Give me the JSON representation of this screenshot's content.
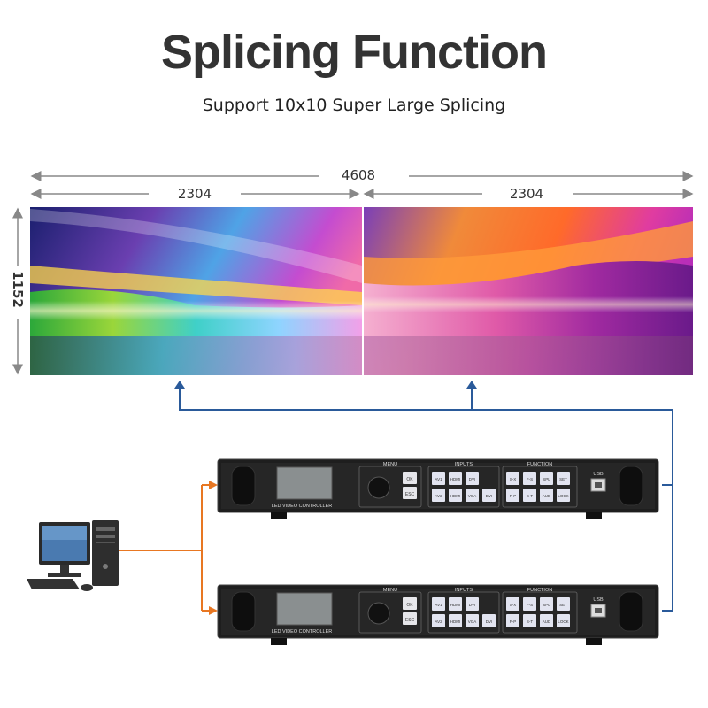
{
  "title": "Splicing Function",
  "subtitle": "Support 10x10 Super Large Splicing",
  "dimensions": {
    "total_width": "4608",
    "left_width": "2304",
    "right_width": "2304",
    "height": "1152"
  },
  "controller": {
    "menu_label": "MENU",
    "inputs_label": "INPUTS",
    "function_label": "FUNCTION",
    "usb_label": "USB",
    "model_label": "LED VIDEO CONTROLLER",
    "menu_keys": [
      "OK",
      "ESC"
    ],
    "input_keys": [
      "AV1",
      "HDMI",
      "DVI",
      "AV2",
      "HDMI",
      "VGA",
      "DVI"
    ],
    "function_keys": [
      "S-X",
      "F-S",
      "SPL",
      "SET",
      "P-P",
      "S-T",
      "AUD",
      "LOCK"
    ]
  },
  "colors": {
    "signal_line": "#2a5a9a",
    "pc_line": "#e87722",
    "chassis": "#1e1e1e"
  }
}
